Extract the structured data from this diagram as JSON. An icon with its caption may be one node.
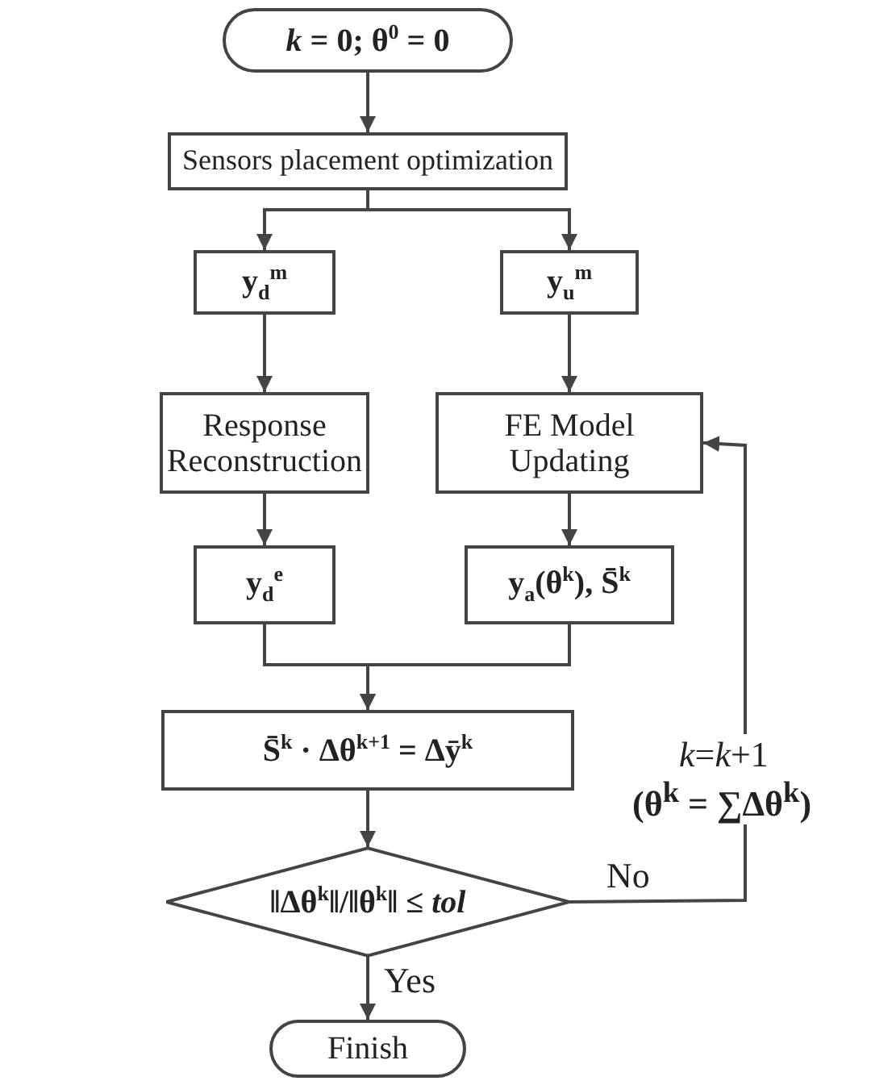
{
  "diagram": {
    "nodes": [
      {
        "text": [
          "*k* = 0; θ$^{0}$ = 0"
        ]
      },
      {
        "text": [
          "Sensors placement optimization"
        ]
      },
      {
        "text": [
          "y$_{d}$$^{m}$"
        ]
      },
      {
        "text": [
          "y$_{u}$$^{m}$"
        ]
      },
      {
        "text": [
          "Response Reconstruction"
        ]
      },
      {
        "text": [
          "FE Model Updating"
        ]
      },
      {
        "text": [
          "y$_{d}$$^{e}$"
        ]
      },
      {
        "text": [
          "y$_{a}$(θ$^{k}$), S̄$^{k}$"
        ]
      },
      {
        "text": [
          "S̄$^{k}$ · Δθ$^{k+1}$ = Δȳ$^{k}$"
        ]
      },
      {
        "text": [
          "‖Δθ$^{k}$‖/‖θ$^{k}$‖ ≤ *tol*"
        ]
      },
      {
        "text": [
          "Finish"
        ]
      }
    ],
    "edges": [
      {
        "from": 0,
        "to": 1,
        "arrow": "to"
      },
      {
        "from": 1,
        "to": 2,
        "arrow": "to"
      },
      {
        "from": 1,
        "to": 3,
        "arrow": "to"
      },
      {
        "from": 2,
        "to": 4,
        "arrow": "to"
      },
      {
        "from": 3,
        "to": 5,
        "arrow": "to"
      },
      {
        "from": 4,
        "to": 6,
        "arrow": "to"
      },
      {
        "from": 5,
        "to": 7,
        "arrow": "to"
      },
      {
        "from": 6,
        "to": 8,
        "arrow": "to"
      },
      {
        "from": 7,
        "to": 8,
        "arrow": "to"
      },
      {
        "from": 8,
        "to": 9,
        "arrow": "to"
      },
      {
        "from": 9,
        "to": 5,
        "arrow": "to",
        "label": "No"
      },
      {
        "from": 9,
        "to": 10,
        "arrow": "to",
        "label": "Yes"
      }
    ],
    "labels": [
      "*k*=*k*+1",
      "(θ$^{k}$ = ∑Δθ$^{k}$)"
    ]
  }
}
